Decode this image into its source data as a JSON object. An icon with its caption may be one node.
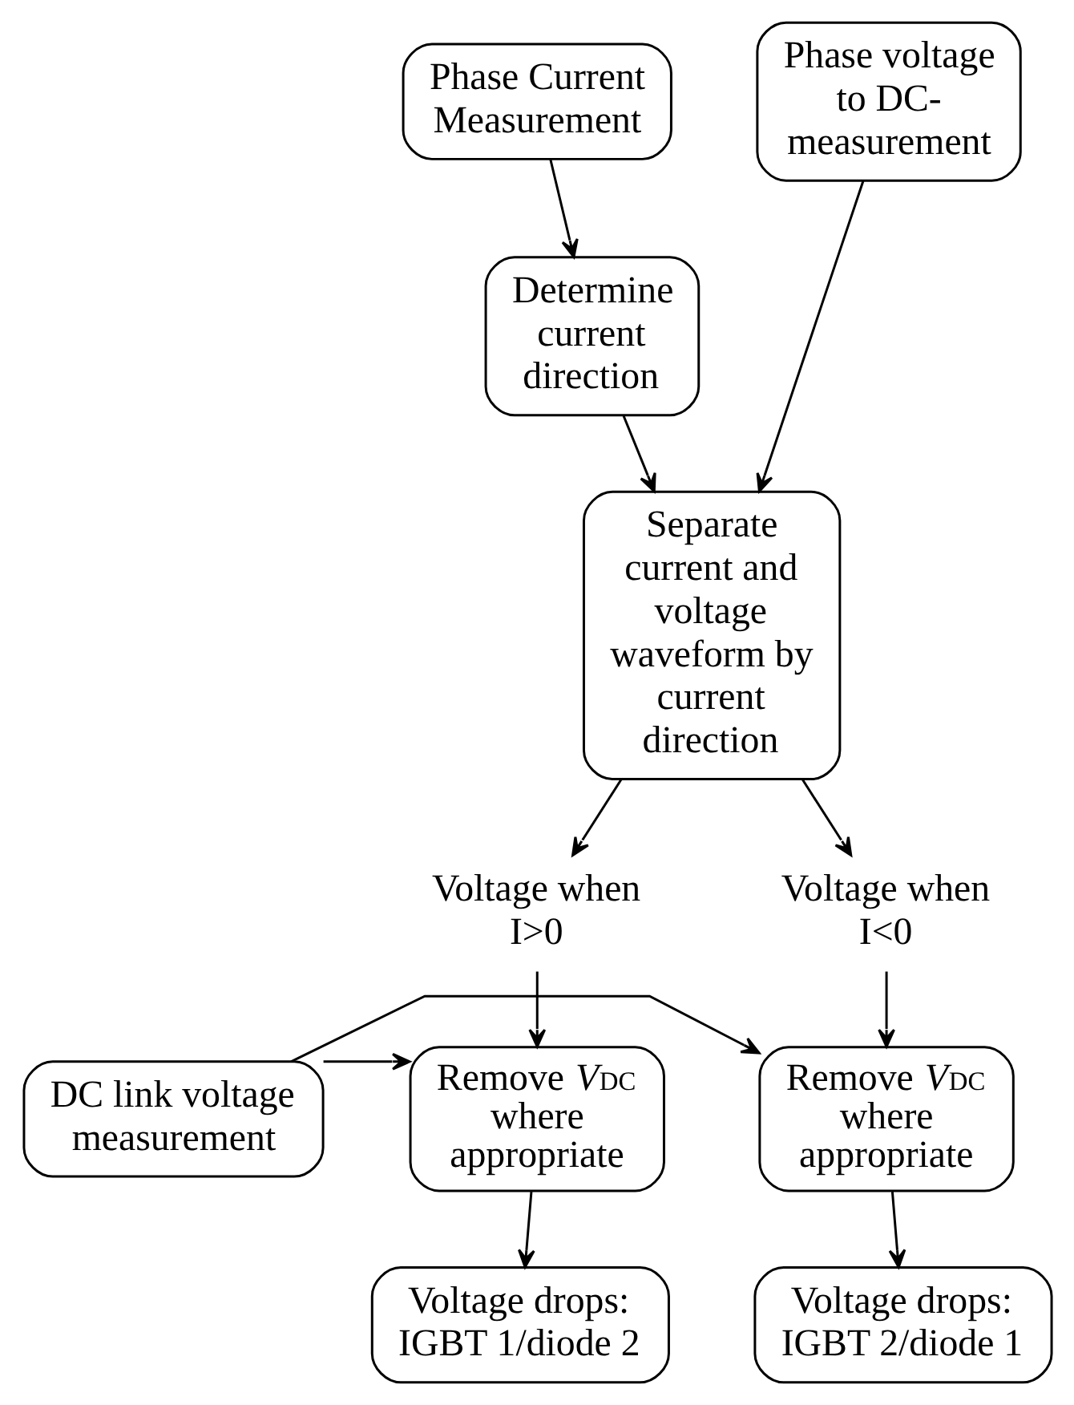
{
  "diagram": {
    "nodes": [
      {
        "text": [
          "Phase Current Measurement"
        ]
      },
      {
        "text": [
          "Phase voltage to DC- measurement"
        ]
      },
      {
        "text": [
          "Determine current direction"
        ]
      },
      {
        "text": [
          "Separate current and voltage waveform by current direction"
        ]
      },
      {
        "text": [
          "Voltage when I>0"
        ]
      },
      {
        "text": [
          "Voltage when I<0"
        ]
      },
      {
        "text": [
          "Remove *V*$_{DC}$ where appropriate"
        ]
      },
      {
        "text": [
          "Remove *V*$_{DC}$ where appropriate"
        ]
      },
      {
        "text": [
          "DC link voltage measurement"
        ]
      },
      {
        "text": [
          "Voltage drops: IGBT 1/diode 2"
        ]
      },
      {
        "text": [
          "Voltage drops: IGBT 2/diode 1"
        ]
      }
    ],
    "edges": [
      {
        "from": 0,
        "to": 2,
        "arrow": "to"
      },
      {
        "from": 2,
        "to": 3,
        "arrow": "to"
      },
      {
        "from": 1,
        "to": 3,
        "arrow": "to"
      },
      {
        "from": 3,
        "to": 4,
        "arrow": "to"
      },
      {
        "from": 3,
        "to": 5,
        "arrow": "to"
      },
      {
        "from": 4,
        "to": 6,
        "arrow": "to"
      },
      {
        "from": 5,
        "to": 7,
        "arrow": "to"
      },
      {
        "from": 8,
        "to": 6,
        "arrow": "to"
      },
      {
        "from": 8,
        "to": 7,
        "arrow": "to"
      },
      {
        "from": 6,
        "to": 9,
        "arrow": "to"
      },
      {
        "from": 7,
        "to": 10,
        "arrow": "to"
      }
    ]
  }
}
